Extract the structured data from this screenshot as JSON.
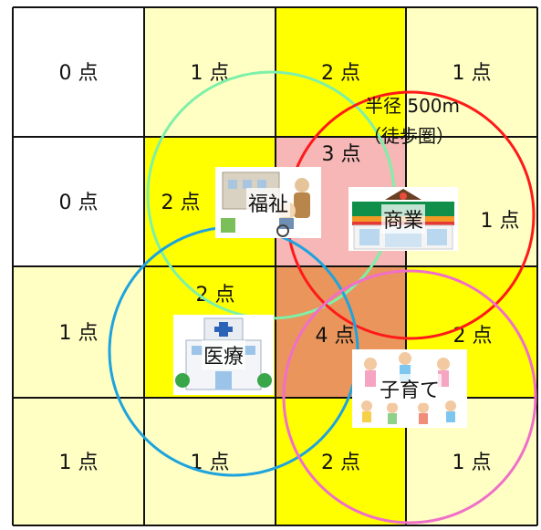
{
  "grid": {
    "rows": 4,
    "cols": 4,
    "cells": [
      [
        {
          "label": "0 点",
          "fill": "#ffffff"
        },
        {
          "label": "1 点",
          "fill": "#ffffc4"
        },
        {
          "label": "2 点",
          "fill": "#ffff00"
        },
        {
          "label": "1 点",
          "fill": "#ffffc4"
        }
      ],
      [
        {
          "label": "0 点",
          "fill": "#ffffff"
        },
        {
          "label": "2 点",
          "fill": "#ffff00"
        },
        {
          "label": "3 点",
          "fill": "#f6b7b6"
        },
        {
          "label": "1 点",
          "fill": "#ffffc4"
        }
      ],
      [
        {
          "label": "1 点",
          "fill": "#ffffc4"
        },
        {
          "label": "2 点",
          "fill": "#ffff00"
        },
        {
          "label": "4 点",
          "fill": "#e9955b"
        },
        {
          "label": "2 点",
          "fill": "#ffff00"
        }
      ],
      [
        {
          "label": "1 点",
          "fill": "#ffffc4"
        },
        {
          "label": "1 点",
          "fill": "#ffffc4"
        },
        {
          "label": "2 点",
          "fill": "#ffff00"
        },
        {
          "label": "1 点",
          "fill": "#ffffc4"
        }
      ]
    ]
  },
  "radius_note": {
    "line1": "半径 500m",
    "line2": "（徒歩圏）"
  },
  "facilities": {
    "welfare": {
      "label": "福祉",
      "icon": "welfare-facility-icon",
      "circle_color": "#7ef0a8"
    },
    "commerce": {
      "label": "商業",
      "icon": "supermarket-icon",
      "circle_color": "#ff1a1a"
    },
    "medical": {
      "label": "医療",
      "icon": "hospital-icon",
      "circle_color": "#1fa3dd"
    },
    "childcare": {
      "label": "子育て",
      "icon": "children-icon",
      "circle_color": "#f06fc8"
    }
  }
}
